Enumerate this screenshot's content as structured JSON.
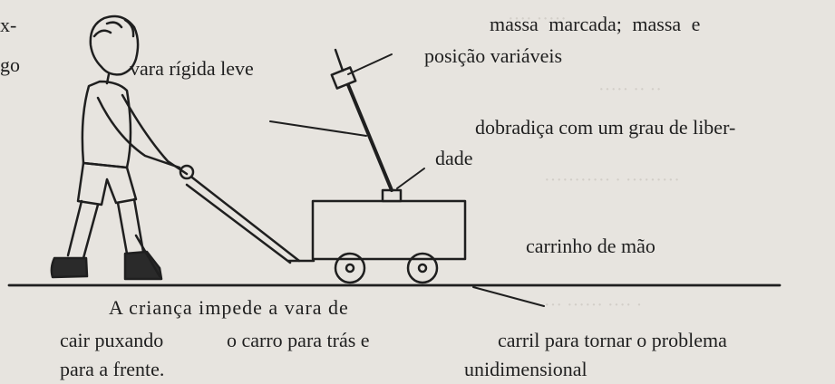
{
  "fragments": {
    "left_top": "x-",
    "left_second": "go"
  },
  "labels": {
    "rod": "vara rígida leve",
    "mass_line1": "massa marcada; massa e",
    "mass_line2": "posição variáveis",
    "hinge_line1": "dobradiça com um grau de liber-",
    "hinge_line2": "dade",
    "cart": "carrinho de mão",
    "child_line1": "A criança impede a vara de",
    "child_line2a": "cair puxando",
    "child_line2b": "o carro para trás e",
    "child_line3": "para a frente.",
    "rail_line1": "carril para tornar o problema",
    "rail_line2": "unidimensional"
  },
  "colors": {
    "paper": "#e7e4df",
    "ink": "#1f1f1f"
  }
}
